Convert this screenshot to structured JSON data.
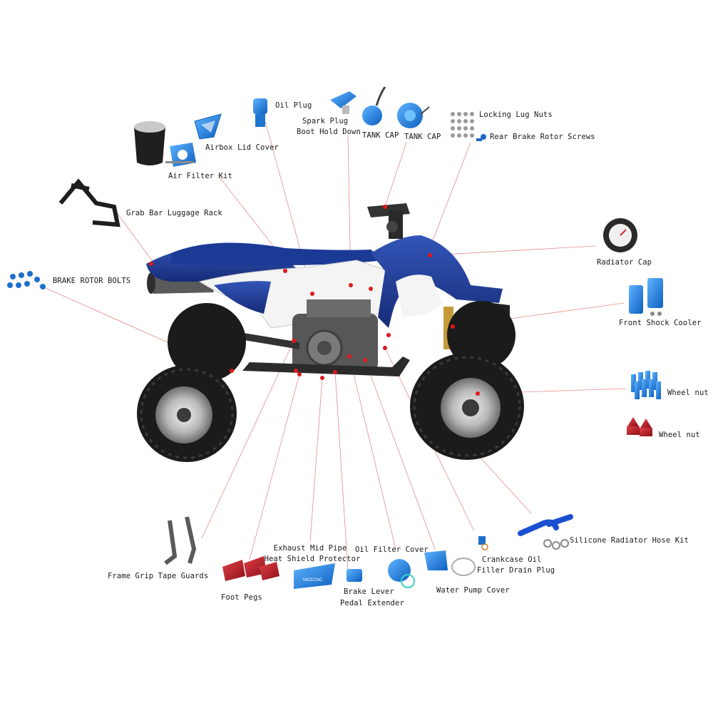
{
  "labels": {
    "oil_plug": "Oil Plug",
    "spark_plug": "Spark Plug",
    "boot_hold_down": "Boot Hold Down",
    "tank_cap_1": "TANK CAP",
    "tank_cap_2": "TANK CAP",
    "locking_lug_nuts": "Locking Lug Nuts",
    "rear_brake_rotor_screws": "Rear Brake Rotor Screws",
    "airbox_lid_cover": "Airbox Lid Cover",
    "air_filter_kit": "Air Filter Kit",
    "grab_bar": "Grab Bar Luggage Rack",
    "brake_rotor_bolts": "BRAKE ROTOR BOLTS",
    "radiator_cap": "Radiator Cap",
    "front_shock_cooler": "Front Shock Cooler",
    "wheel_nut_1": "Wheel nut",
    "wheel_nut_2": "Wheel nut",
    "frame_grip": "Frame Grip Tape Guards",
    "foot_pegs": "Foot Pegs",
    "exhaust_1": "Exhaust Mid Pipe",
    "exhaust_2": "Heat Shield Protector",
    "oil_filter_cover": "Oil Filter Cover",
    "brake_lever_1": "Brake Lever",
    "brake_lever_2": "Pedal Extender",
    "crankcase_1": "Crankcase Oil",
    "crankcase_2": "Filler Drain Plug",
    "water_pump_cover": "Water Pump Cover",
    "silicone_hose": "Silicone Radiator Hose Kit"
  },
  "colors": {
    "body_blue": "#1f3d96",
    "anodized_blue": "#1e88e5",
    "part_red": "#b3202a",
    "leader_line": "#e88a8a",
    "marker_dot": "#e01818",
    "tire": "#1b1b1b"
  },
  "brand_mark": "NICECNC"
}
